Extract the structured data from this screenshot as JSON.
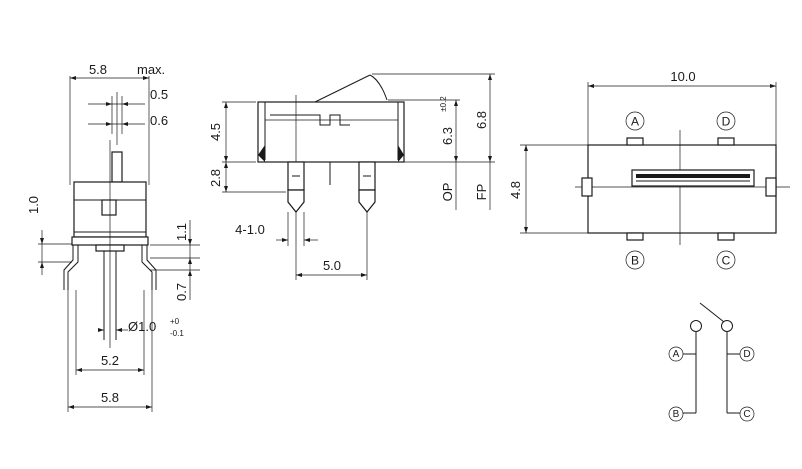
{
  "front_view": {
    "width_max": "5.8",
    "width_max_suffix": "max.",
    "dim_05": "0.5",
    "dim_06": "0.6",
    "dim_10_vertical": "1.0",
    "dim_11": "1.1",
    "dim_07": "0.7",
    "hole_dia": "Ø1.0",
    "hole_tol_plus": "+0",
    "hole_tol_minus": "-0.1",
    "pitch_52": "5.2",
    "width_58": "5.8"
  },
  "side_view": {
    "dim_45": "4.5",
    "dim_28": "2.8",
    "dim_63": "6.3",
    "dim_63_tol": "±0.2",
    "dim_68": "6.8",
    "op_label": "OP",
    "fp_label": "FP",
    "lead_dim": "4-1.0",
    "pitch_50": "5.0"
  },
  "top_view": {
    "width_100": "10.0",
    "height_48": "4.8",
    "terminal_a": "A",
    "terminal_b": "B",
    "terminal_c": "C",
    "terminal_d": "D"
  },
  "schematic": {
    "terminal_a": "A",
    "terminal_b": "B",
    "terminal_c": "C",
    "terminal_d": "D"
  }
}
